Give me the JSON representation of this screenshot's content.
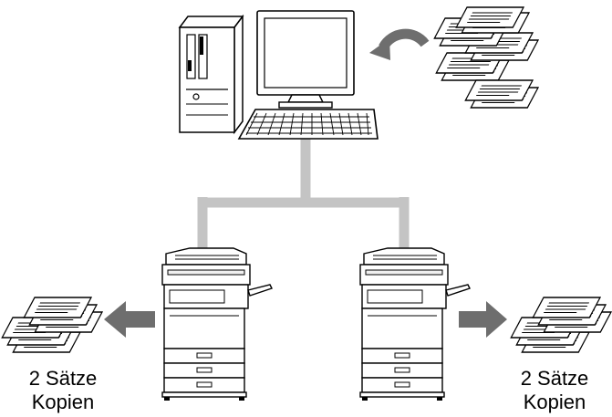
{
  "labels": {
    "left": {
      "line1": "2 Sätze",
      "line2": "Kopien"
    },
    "right": {
      "line1": "2 Sätze",
      "line2": "Kopien"
    }
  },
  "colors": {
    "network": "#c4c4c4",
    "arrow": "#6e6e6e",
    "outline": "#000000",
    "fill": "#ffffff",
    "panel": "#f0f0f0"
  },
  "icons": {
    "computer": "desktop-computer-icon",
    "keyboard": "keyboard-icon",
    "documents": "document-stack-icon",
    "copier": "multifunction-copier-icon",
    "arrow": "arrow-icon"
  }
}
